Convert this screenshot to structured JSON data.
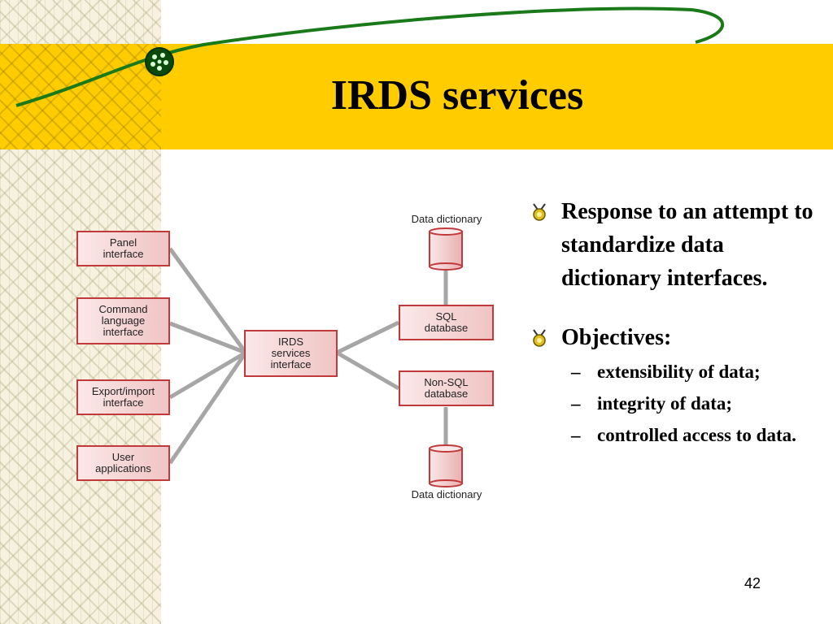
{
  "slide": {
    "title": "IRDS services",
    "page_number": "42",
    "colors": {
      "band": "#ffcc00",
      "accent_line": "#1a7a1a",
      "box_border": "#c0393b",
      "connector": "#a6a6a6"
    }
  },
  "diagram": {
    "left_boxes": [
      {
        "label": "Panel\ninterface"
      },
      {
        "label": "Command\nlanguage\ninterface"
      },
      {
        "label": "Export/import\ninterface"
      },
      {
        "label": "User\napplications"
      }
    ],
    "center_box": {
      "label": "IRDS\nservices\ninterface"
    },
    "right_boxes": [
      {
        "label": "SQL\ndatabase"
      },
      {
        "label": "Non-SQL\ndatabase"
      }
    ],
    "top_store_label": "Data dictionary",
    "bottom_store_label": "Data dictionary"
  },
  "bullets": [
    {
      "icon": "bug-bullet-icon",
      "text": "Response to an attempt to standardize data dictionary interfaces."
    },
    {
      "icon": "bug-bullet-icon",
      "text": "Objectives:",
      "sub": [
        {
          "dash": "–",
          "text": "extensibility of data;"
        },
        {
          "dash": "–",
          "text": "integrity of data;"
        },
        {
          "dash": "–",
          "text": "controlled access to data."
        }
      ]
    }
  ]
}
